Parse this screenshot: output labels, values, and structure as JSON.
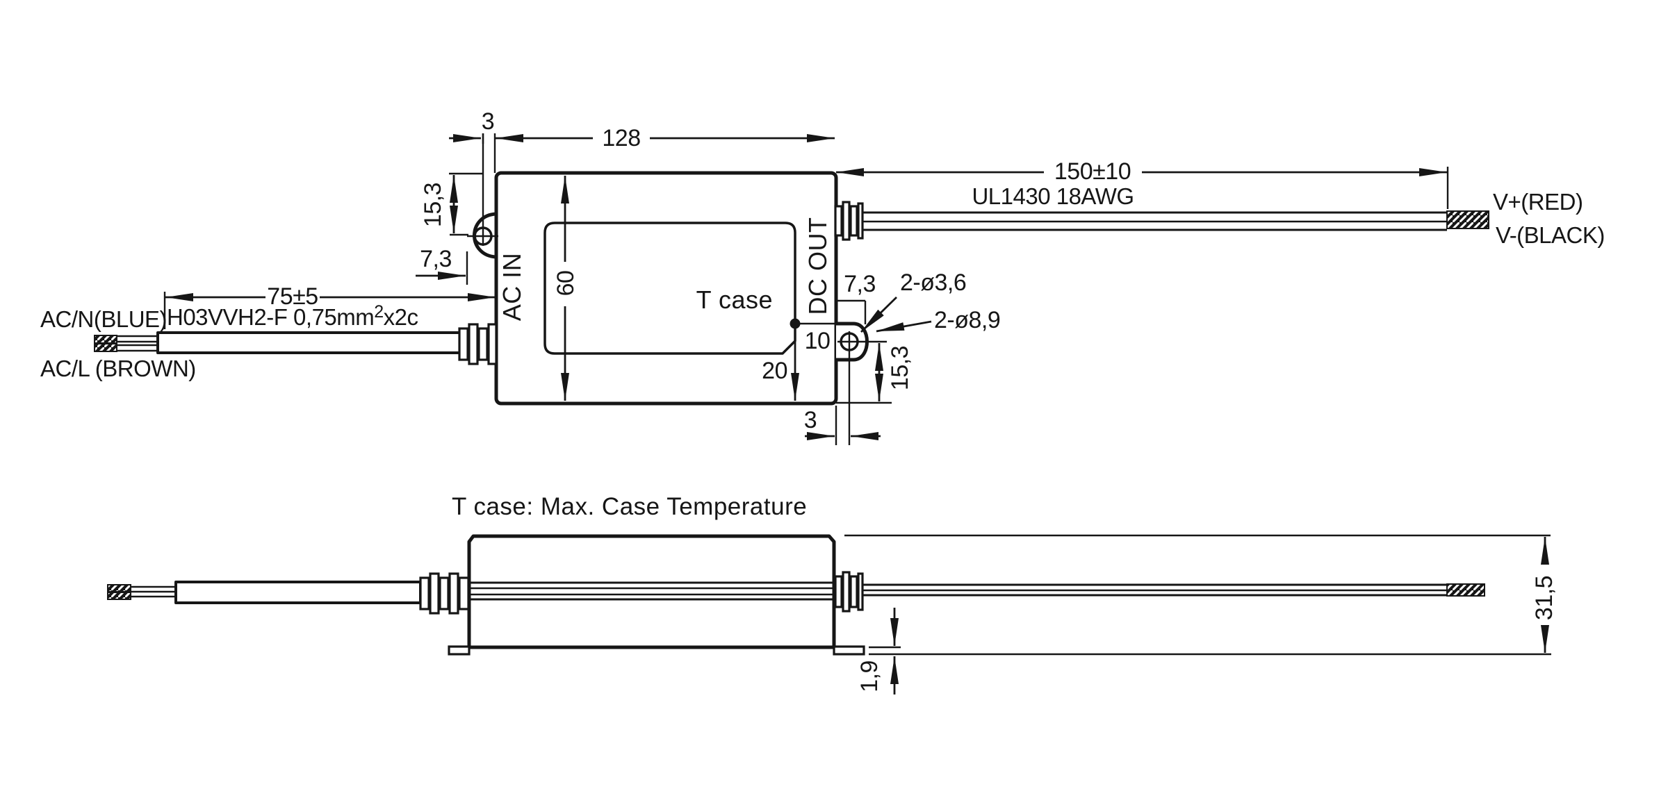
{
  "drawing": {
    "note": "T case: Max. Case Temperature",
    "top_view": {
      "dim_hole_offset_left": "3",
      "dim_length": "128",
      "dim_hole_edge_left": "15,3",
      "dim_ear_left": "7,3",
      "dim_width": "60",
      "dim_input_cable": "75±5",
      "dim_output_cable": "150±10",
      "dim_ear_right": "7,3",
      "dim_tcase_x": "10",
      "dim_tcase_y": "20",
      "dim_hole_offset_right": "3",
      "dim_hole_edge_right": "15,3",
      "callout_small_holes": "2-ø3,6",
      "callout_large_holes": "2-ø8,9",
      "label_ac_in": "AC IN",
      "label_dc_out": "DC OUT",
      "label_t_case": "T case",
      "label_ac_n": "AC/N(BLUE)",
      "label_ac_l": "AC/L (BROWN)",
      "input_cable_spec": {
        "prefix": "H03VVH2-F 0,75mm",
        "sup": "2",
        "suffix": "x2c"
      },
      "output_wire_spec": "UL1430 18AWG",
      "label_v_plus": "V+(RED)",
      "label_v_minus": "V-(BLACK)"
    },
    "side_view": {
      "dim_height": "31,5",
      "dim_flange_thickness": "1,9"
    }
  }
}
